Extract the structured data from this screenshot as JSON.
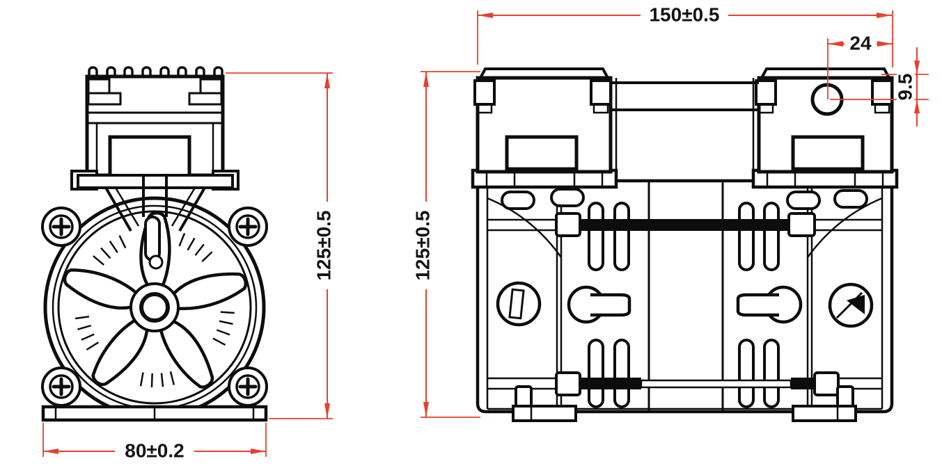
{
  "drawing": {
    "kind": "two-view engineering dimension drawing",
    "views": {
      "front_view": "pump front view with cooling fan",
      "side_view": "pump side view with twin cylinder heads"
    }
  },
  "dims": {
    "width_overall": "150±0.5",
    "port_offset": "24",
    "port_depth": "9.5",
    "height_front": "125±0.5",
    "height_side": "125±0.5",
    "base_width": "80±0.2"
  },
  "colors": {
    "dimension_line": "#e8402f",
    "drawing_line": "#0d0d0d",
    "background": "#ffffff"
  }
}
